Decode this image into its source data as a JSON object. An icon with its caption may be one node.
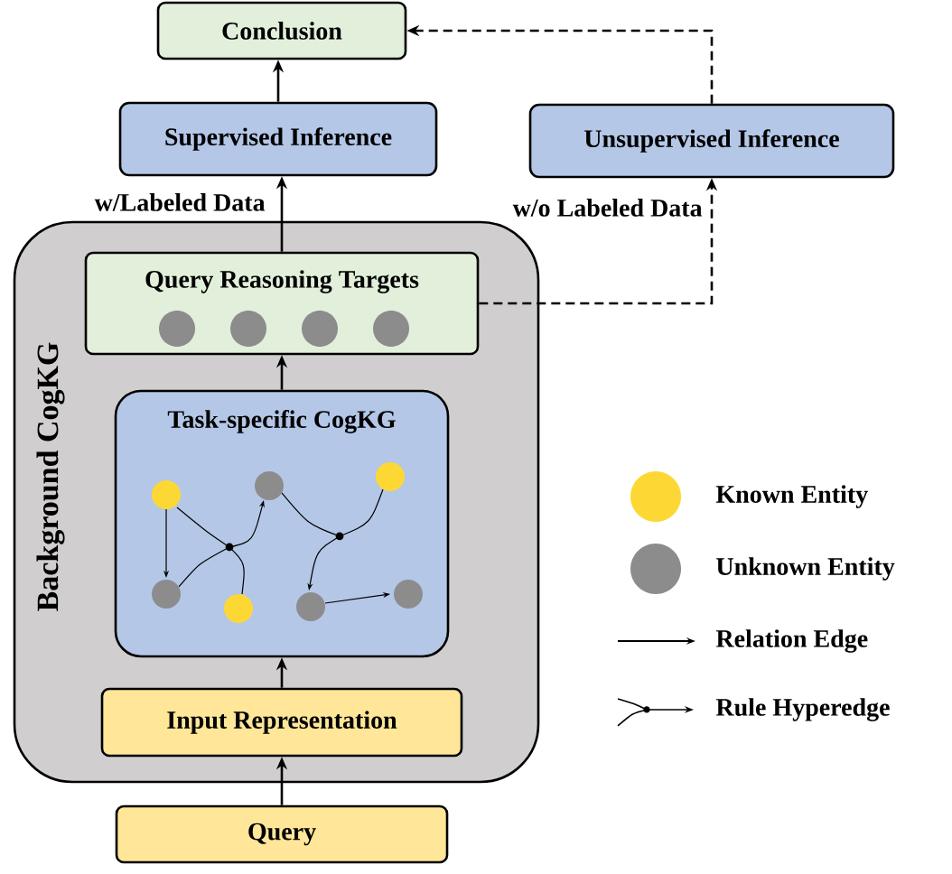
{
  "diagram": {
    "nodes": [
      {
        "text": [
          "Conclusion"
        ]
      },
      {
        "text": [
          "Supervised Inference"
        ]
      },
      {
        "text": [
          "Unsupervised Inference"
        ]
      },
      {
        "text": [
          "Background CogKG"
        ]
      },
      {
        "text": [
          "Query Reasoning Targets"
        ],
        "in": 3
      },
      {
        "text": [
          "Task-specific CogKG"
        ],
        "in": 3
      },
      {
        "text": [
          "Input Representation"
        ],
        "in": 3
      },
      {
        "text": [
          "Query"
        ]
      }
    ],
    "edges": [
      {
        "from": 7,
        "to": 6,
        "arrow": "to"
      },
      {
        "from": 6,
        "to": 5,
        "arrow": "to"
      },
      {
        "from": 5,
        "to": 4,
        "arrow": "to"
      },
      {
        "from": 4,
        "to": 1,
        "arrow": "to",
        "label": "w/Labeled Data"
      },
      {
        "from": 1,
        "to": 0,
        "arrow": "to"
      },
      {
        "from": 4,
        "to": 2,
        "arrow": "to",
        "style": "dashed",
        "label": "w/o Labeled Data"
      },
      {
        "from": 2,
        "to": 0,
        "arrow": "to",
        "style": "dashed"
      }
    ],
    "legend": [
      {
        "text": "Known Entity",
        "color": "#fdd835"
      },
      {
        "text": "Unknown Entity",
        "color": "#8c8c8c"
      },
      {
        "text": "Relation Edge"
      },
      {
        "text": "Rule Hyperedge"
      }
    ]
  }
}
